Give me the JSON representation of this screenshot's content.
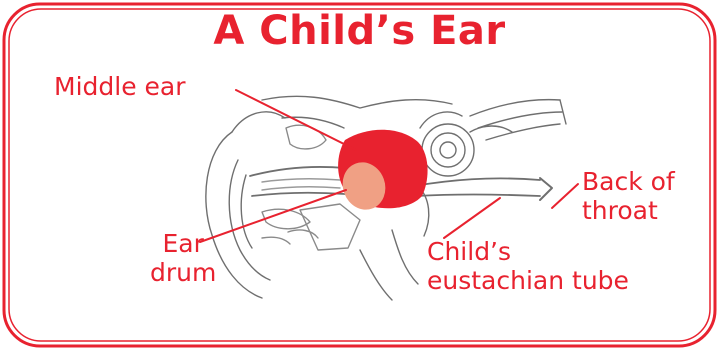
{
  "title": "A Child’s Ear",
  "labels": {
    "middle_ear": "Middle ear",
    "ear_drum_line1": "Ear",
    "ear_drum_line2": "drum",
    "tube_line1": "Child’s",
    "tube_line2": "eustachian tube",
    "throat_line1": "Back of",
    "throat_line2": "throat"
  },
  "colors": {
    "accent_red": "#e8222f",
    "eardrum_salmon": "#f0a084",
    "sketch_gray": "#6f6f6f"
  }
}
